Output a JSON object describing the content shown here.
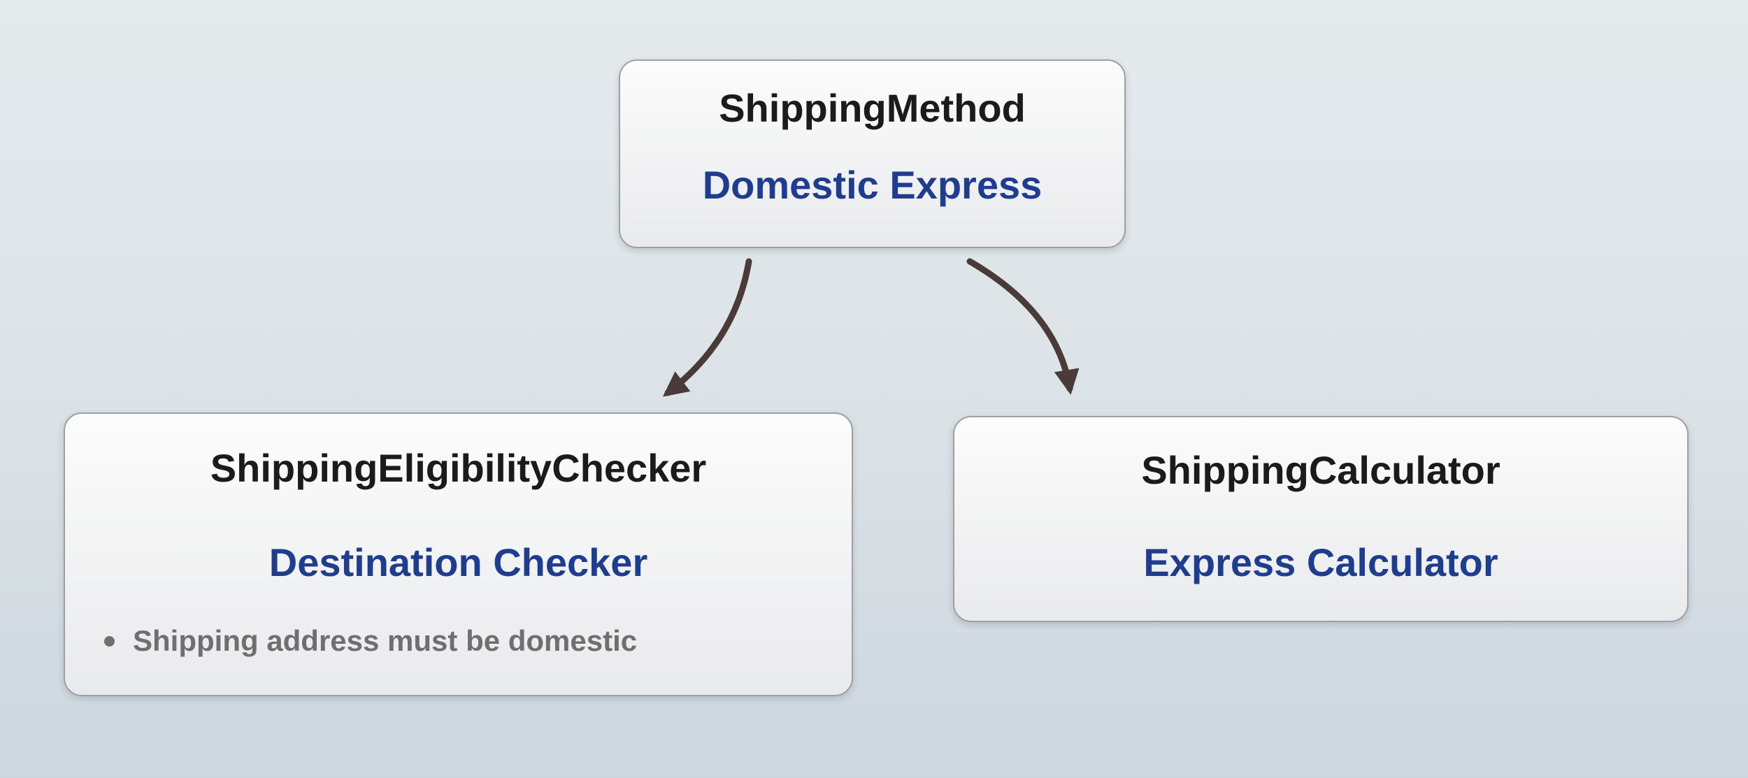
{
  "colors": {
    "canvas-top": "#e5eaed",
    "canvas-bottom": "#cdd7de",
    "node-border": "#9aa0a4",
    "node-top": "#fcfcfc",
    "node-bottom": "#e9eaec",
    "title": "#1b1b1b",
    "subtitle": "#1e3d8f",
    "bullet": "#6f6f6f",
    "arrow": "#4a3b38"
  },
  "nodes": {
    "method": {
      "title": "ShippingMethod",
      "subtitle": "Domestic Express"
    },
    "checker": {
      "title": "ShippingEligibilityChecker",
      "subtitle": "Destination Checker",
      "bullets": [
        "Shipping address must be domestic"
      ]
    },
    "calculator": {
      "title": "ShippingCalculator",
      "subtitle": "Express Calculator"
    }
  },
  "edges": [
    {
      "from": "ShippingMethod",
      "to": "ShippingEligibilityChecker"
    },
    {
      "from": "ShippingMethod",
      "to": "ShippingCalculator"
    }
  ]
}
